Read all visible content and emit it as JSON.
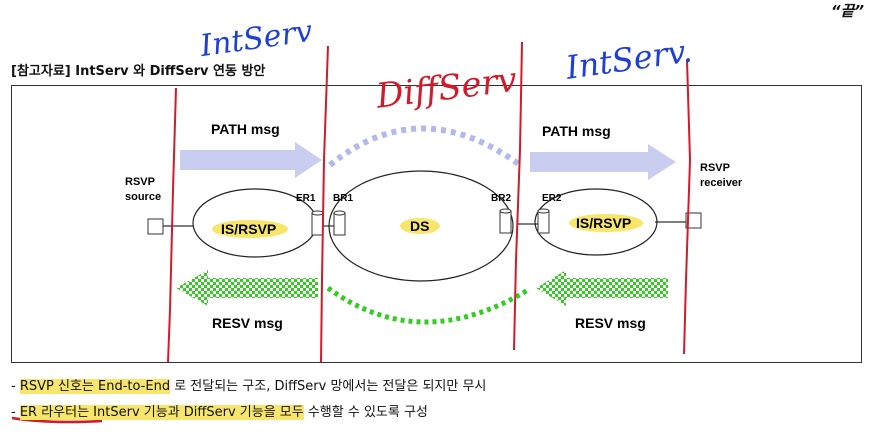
{
  "corner_mark": "“끝”",
  "heading": "[참고자료] IntServ 와 DiffServ 연동 방안",
  "diagram": {
    "path_left": "PATH msg",
    "path_right": "PATH msg",
    "resv_left": "RESV msg",
    "resv_right": "RESV msg",
    "rsvp_source_line1": "RSVP",
    "rsvp_source_line2": "source",
    "rsvp_receiver_line1": "RSVP",
    "rsvp_receiver_line2": "receiver",
    "er1": "ER1",
    "br1": "BR1",
    "br2": "BR2",
    "er2": "ER2",
    "is_rsvp_left": "IS/RSVP",
    "ds": "DS",
    "is_rsvp_right": "IS/RSVP"
  },
  "handwriting": {
    "left": "IntServ",
    "middle": "DiffServ",
    "right": "IntServ."
  },
  "notes": {
    "line1_prefix": "- ",
    "line1_highlight": "RSVP 신호는 End-to-End",
    "line1_rest": " 로 전달되는 구조, DiffServ 망에서는 전달은 되지만 무시",
    "line2_prefix": "- ",
    "line2_highlight": "ER 라우터는 IntServ 기능과 DiffServ 기능을 모두",
    "line2_rest": " 수행할 수 있도록 구성"
  },
  "colors": {
    "annotation_red": "#d31a2a",
    "annotation_blue": "#1d3fd8",
    "highlight_yellow": "#f7e66b",
    "path_arrow": "#c9cdf0",
    "resv_arrow": "#33cc22"
  }
}
